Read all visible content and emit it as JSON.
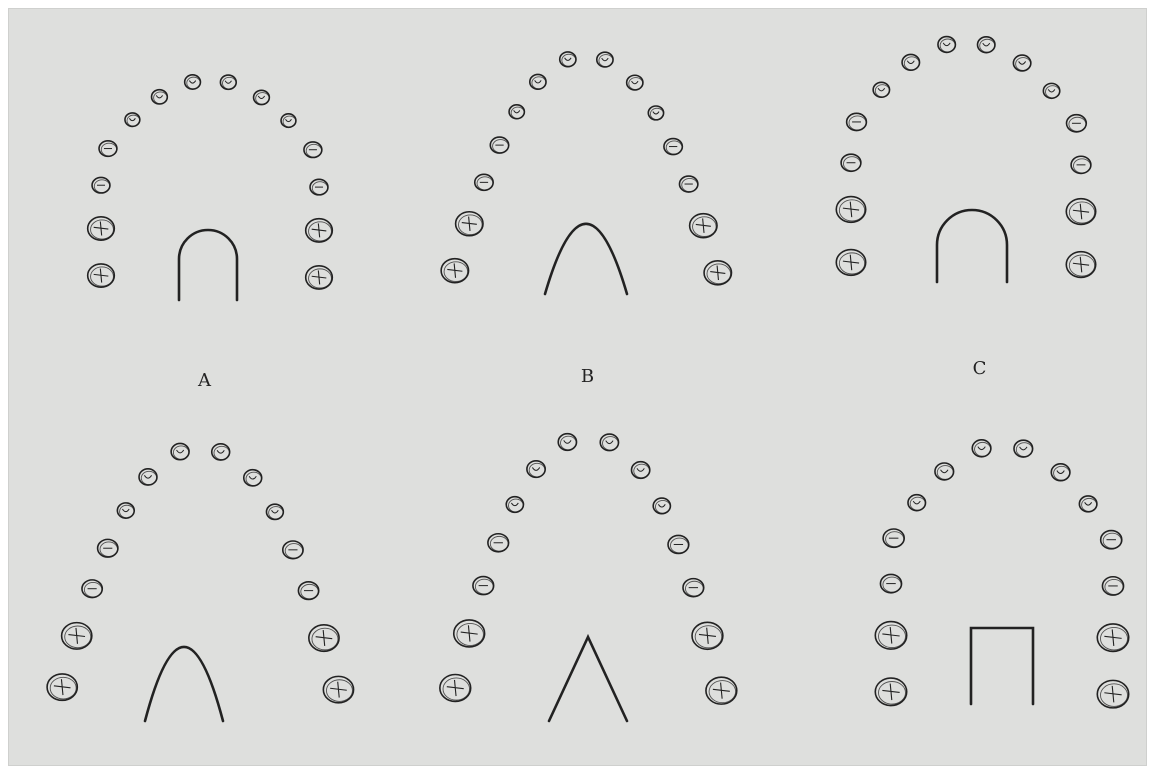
{
  "panels": [
    {
      "label": "A",
      "shape": "square-u"
    },
    {
      "label": "B",
      "shape": "parabolic"
    },
    {
      "label": "C",
      "shape": "round-u"
    },
    {
      "label": "",
      "shape": "tapered-parabolic"
    },
    {
      "label": "",
      "shape": "v-shaped"
    },
    {
      "label": "",
      "shape": "rectangular"
    }
  ],
  "colors": {
    "paper": "#dedfdd",
    "ink": "#222222"
  }
}
